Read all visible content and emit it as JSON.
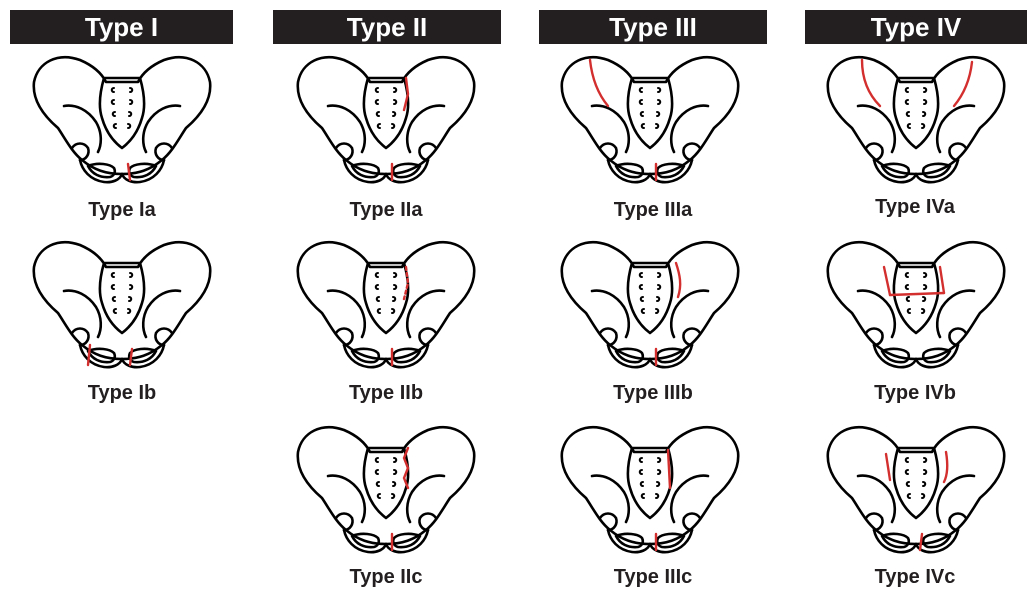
{
  "colors": {
    "header_bg": "#231f20",
    "header_text": "#ffffff",
    "outline": "#000000",
    "fracture_line": "#d32f2f"
  },
  "columns": [
    {
      "header": "Type I",
      "subtypes": [
        "Type Ia",
        "Type Ib"
      ]
    },
    {
      "header": "Type II",
      "subtypes": [
        "Type IIa",
        "Type IIb",
        "Type IIc"
      ]
    },
    {
      "header": "Type III",
      "subtypes": [
        "Type IIIa",
        "Type IIIb",
        "Type IIIc"
      ]
    },
    {
      "header": "Type IV",
      "subtypes": [
        "Type IVa",
        "Type IVb",
        "Type IVc"
      ]
    }
  ]
}
